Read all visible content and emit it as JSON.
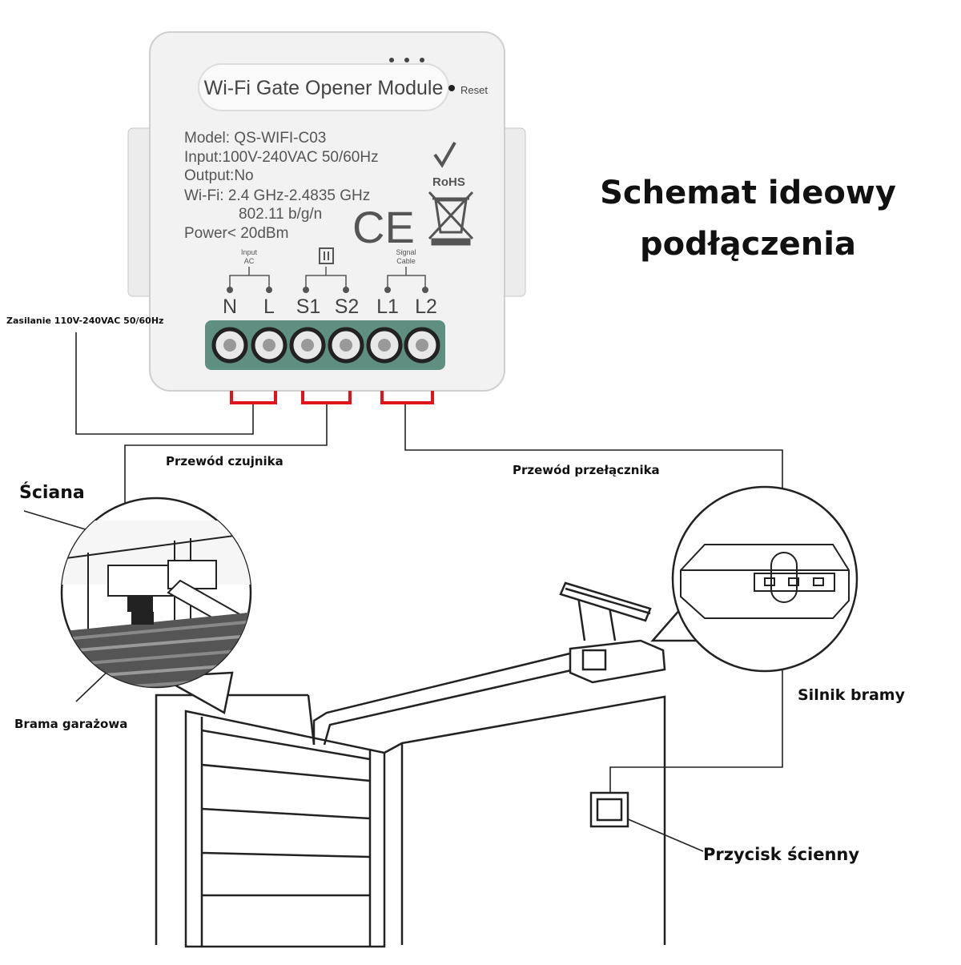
{
  "title": {
    "line1": "Schemat ideowy",
    "line2": "podłączenia"
  },
  "module": {
    "name": "Wi-Fi Gate Opener Module",
    "reset": "Reset",
    "model": "Model: QS-WIFI-C03",
    "input": "Input:100V-240VAC 50/60Hz",
    "output": "Output:No",
    "wifi": "Wi-Fi: 2.4 GHz-2.4835 GHz",
    "protocol": "802.11 b/g/n",
    "power": "Power< 20dBm",
    "rohs": "RoHS",
    "ce": "CE",
    "group_input": "Input",
    "group_ac": "AC",
    "group_signal": "Signal",
    "group_cable": "Cable",
    "terminals": [
      "N",
      "L",
      "S1",
      "S2",
      "L1",
      "L2"
    ]
  },
  "labels": {
    "power_supply": "Zasilanie 110V-240VAC 50/60Hz",
    "sensor_wire": "Przewód czujnika",
    "switch_wire": "Przewód przełącznika",
    "wall": "Ściana",
    "garage_door": "Brama garażowa",
    "gate_motor": "Silnik bramy",
    "wall_button": "Przycisk ścienny"
  },
  "colors": {
    "terminal_block": "#5f8f80",
    "wire_red": "#e0141b",
    "module_body": "#f2f2f2",
    "line": "#222222"
  }
}
